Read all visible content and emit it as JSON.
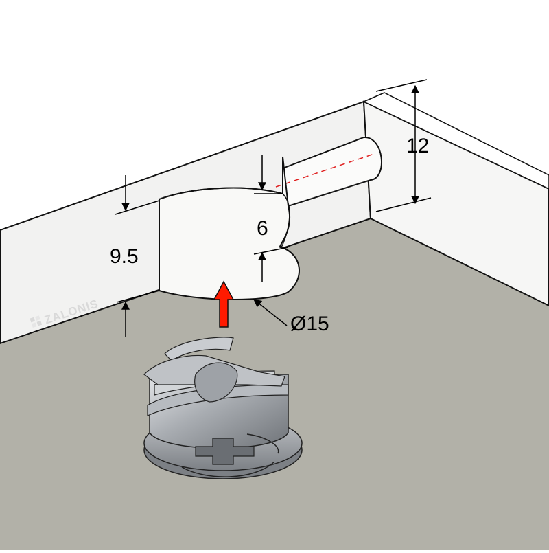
{
  "diagram": {
    "dimensions": {
      "board_thickness": "12",
      "hole_depth": "9.5",
      "offset": "6",
      "diameter": "Ø15"
    },
    "watermark": "ZALONIS",
    "colors": {
      "board_face": "#f2f2f1",
      "board_top": "#ffffff",
      "floor": "#b2b1a8",
      "cut": "#f9f9f7",
      "arrow": "#ff1a00",
      "hidden_line": "#e02020",
      "metal_light": "#c9ccd0",
      "metal_dark": "#8d9196"
    }
  }
}
